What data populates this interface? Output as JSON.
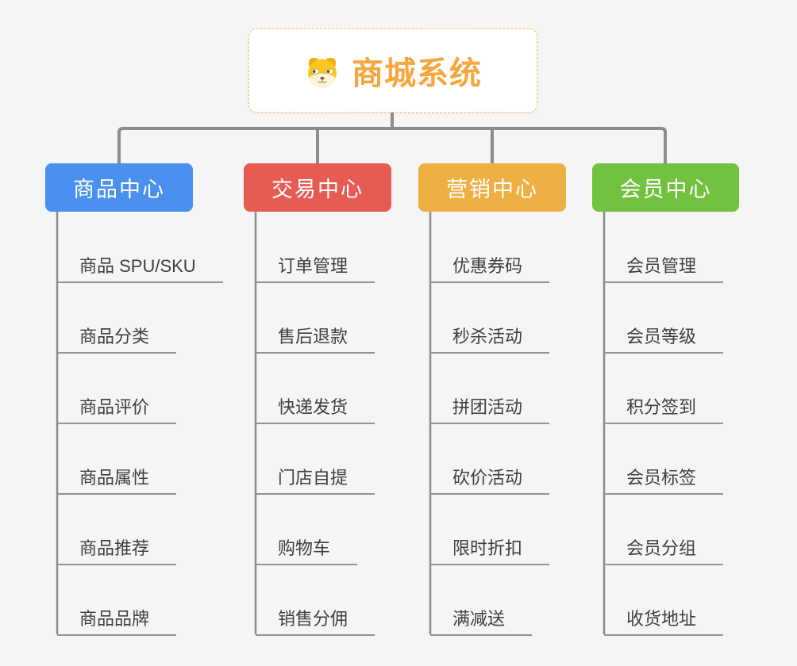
{
  "root": {
    "title": "商城系统",
    "title_color": "#f5a73e",
    "border_color": "#f2c179",
    "icon": "shiba-dog-icon"
  },
  "connector_color": "#8c8c8c",
  "underline_color": "#8f959b",
  "background_color": "#f5f5f5",
  "branches": [
    {
      "label": "商品中心",
      "color": "#4a90ee",
      "items": [
        "商品 SPU/SKU",
        "商品分类",
        "商品评价",
        "商品属性",
        "商品推荐",
        "商品品牌"
      ]
    },
    {
      "label": "交易中心",
      "color": "#e65c55",
      "items": [
        "订单管理",
        "售后退款",
        "快递发货",
        "门店自提",
        "购物车",
        "销售分佣"
      ]
    },
    {
      "label": "营销中心",
      "color": "#eeb044",
      "items": [
        "优惠券码",
        "秒杀活动",
        "拼团活动",
        "砍价活动",
        "限时折扣",
        "满减送"
      ]
    },
    {
      "label": "会员中心",
      "color": "#72c13f",
      "items": [
        "会员管理",
        "会员等级",
        "积分签到",
        "会员标签",
        "会员分组",
        "收货地址"
      ]
    }
  ]
}
